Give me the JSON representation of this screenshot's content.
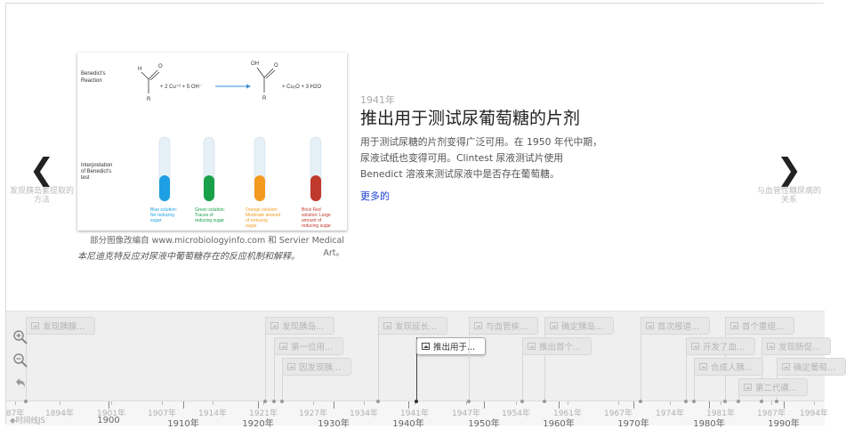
{
  "nav": {
    "prev_text": "发现胰岛素提取的方法",
    "next_text": "与血管性糖尿病的关系"
  },
  "media": {
    "reaction_label": "Benedict's Reaction",
    "interp_label": "Interpretation of Benedict's test",
    "equation_left": "+ 2 Cu⁺² + 5 OH⁻",
    "equation_right": "+ Cu₂O + 3 H2O",
    "tubes": [
      {
        "label": "Blue solution: No reducing sugar",
        "color": "#1e9fe3"
      },
      {
        "label": "Green solution: Traces of reducing sugar",
        "color": "#19a14a"
      },
      {
        "label": "Orange solution: Moderate amount of reducing sugar",
        "color": "#f39a1e"
      },
      {
        "label": "Brick Red solution: Large amount of reducing sugar",
        "color": "#c0392b"
      }
    ],
    "credit": "部分图像改编自 www.microbiologyinfo.com 和 Servier Medical Art。",
    "caption": "本尼迪克特反应对尿液中葡萄糖存在的反应机制和解释。"
  },
  "event": {
    "year": "1941年",
    "title": "推出用于测试尿葡萄糖的片剂",
    "body": "用于测试尿糖的片剂变得广泛可用。在 1950 年代中期，尿液试纸也变得可用。Clintest 尿液测试片使用 Benedict 溶液来测试尿液中是否存在葡萄糖。",
    "more": "更多的"
  },
  "markers": [
    {
      "label": "发现胰腺..."
    },
    {
      "label": "发现胰岛..."
    },
    {
      "label": "第一位用..."
    },
    {
      "label": "因发现胰..."
    },
    {
      "label": "发现延长..."
    },
    {
      "label": "推出用于..."
    },
    {
      "label": "与血管疾..."
    },
    {
      "label": "确定胰岛..."
    },
    {
      "label": "推出首个..."
    },
    {
      "label": "首次报道..."
    },
    {
      "label": "首个重组..."
    },
    {
      "label": "开发了血..."
    },
    {
      "label": "发现肠促..."
    },
    {
      "label": "合成人胰..."
    },
    {
      "label": "确定葡萄..."
    },
    {
      "label": "第二代磺..."
    }
  ],
  "axis": {
    "minor_labels": [
      "87年",
      "1894年",
      "1901年",
      "1907年",
      "1914年",
      "1921年",
      "1927年",
      "1934年",
      "1941年",
      "1947年",
      "1954年",
      "1961年",
      "1967年",
      "1974年",
      "1981年",
      "1987年",
      "1994年"
    ],
    "major_labels": [
      "1900",
      "1910年",
      "1920年",
      "1930年",
      "1940年",
      "1950年",
      "1960年",
      "1970年",
      "1980年",
      "1990年"
    ],
    "brand": "◆时间线JS"
  },
  "colors": {
    "accent_link": "#1a3ed1",
    "timenav_bg": "#efefef"
  }
}
